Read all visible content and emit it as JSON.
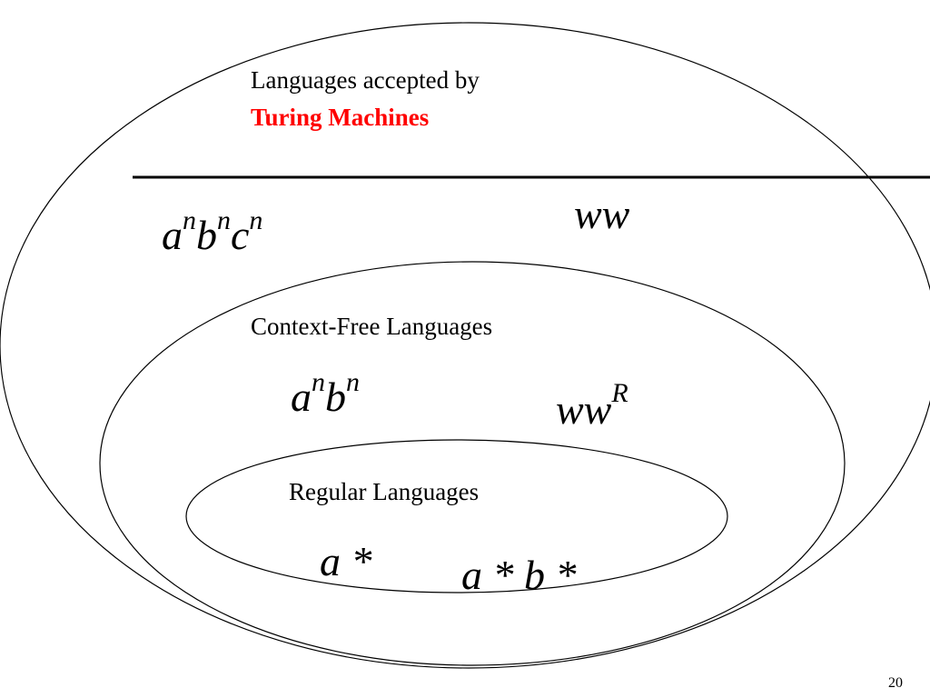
{
  "diagram": {
    "turing": {
      "title": "Languages accepted by",
      "accent": "Turing Machines",
      "accent_color": "#ff0000",
      "examples": [
        {
          "base": "a",
          "sup": "n"
        },
        {
          "base": "b",
          "sup": "n"
        },
        {
          "base": "c",
          "sup": "n"
        }
      ],
      "example_ww": "ww"
    },
    "context_free": {
      "title": "Context-Free Languages",
      "example_anbn": [
        {
          "base": "a",
          "sup": "n"
        },
        {
          "base": "b",
          "sup": "n"
        }
      ],
      "example_wwr": {
        "base": "ww",
        "sup": "R"
      }
    },
    "regular": {
      "title": "Regular Languages",
      "example_astar": "a *",
      "example_astar_bstar": "a * b *"
    }
  },
  "slide": {
    "page_number": "20"
  }
}
